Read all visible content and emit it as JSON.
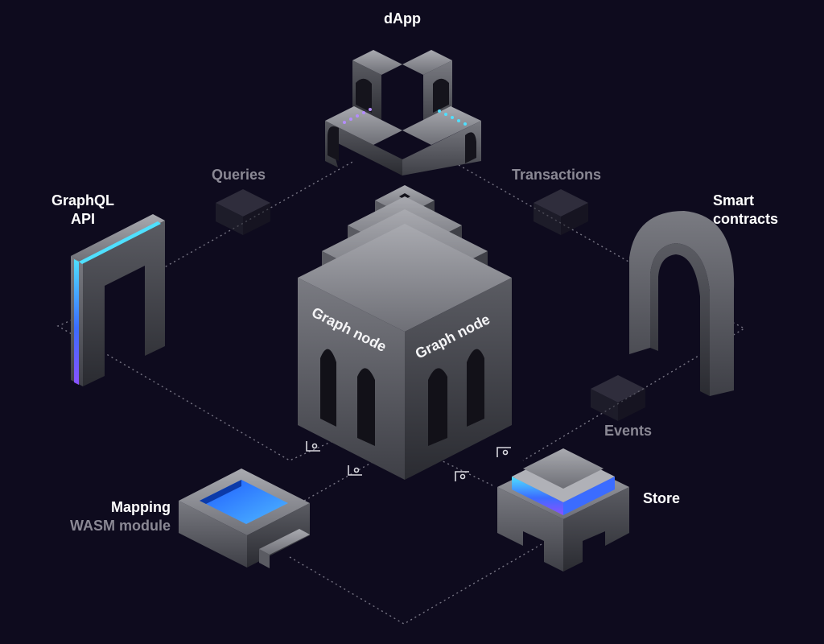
{
  "nodes": {
    "dapp": "dApp",
    "graphql_api": [
      "GraphQL",
      "API"
    ],
    "smart_contracts": [
      "Smart",
      "contracts"
    ],
    "graph_node": "Graph node",
    "mapping": "Mapping",
    "wasm_module": "WASM module",
    "store": "Store"
  },
  "flows": {
    "queries": "Queries",
    "transactions": "Transactions",
    "events": "Events"
  },
  "colors": {
    "background": "#0e0b1e",
    "label_primary": "#ffffff",
    "label_secondary": "#8a8894",
    "accent_blue": "#3b6cff",
    "accent_cyan": "#4fe0ff",
    "accent_purple": "#8a52ff"
  }
}
